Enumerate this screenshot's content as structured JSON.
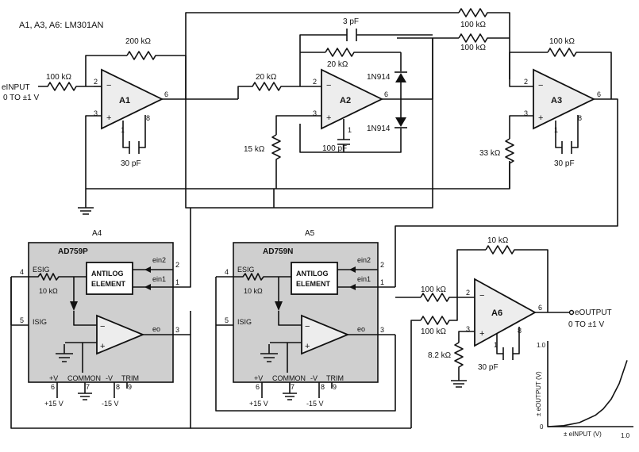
{
  "header_note": "A1, A3, A6: LM301AN",
  "input": {
    "label": "eINPUT",
    "range": "0 TO ±1 V",
    "resistor": "100 kΩ"
  },
  "a1": {
    "name": "A1",
    "feedback_resistor": "200 kΩ",
    "cap": "30 pF",
    "pin2": "2",
    "pin3": "3",
    "pin6": "6",
    "pin1": "1",
    "pin8": "8"
  },
  "a2": {
    "name": "A2",
    "in_resistor": "20 kΩ",
    "fb_cap": "3 pF",
    "fb_resistor": "20 kΩ",
    "diode_top": "1N914",
    "diode_bottom": "1N914",
    "comp_cap": "100 pF",
    "bias_resistor": "15 kΩ",
    "pin2": "2",
    "pin3": "3",
    "pin6": "6",
    "pin1": "1"
  },
  "a3": {
    "name": "A3",
    "in_resistor_1": "100 kΩ",
    "in_resistor_2": "100 kΩ",
    "fb_resistor": "100 kΩ",
    "bias_resistor": "33 kΩ",
    "cap": "30 pF",
    "pin2": "2",
    "pin3": "3",
    "pin6": "6",
    "pin1": "1",
    "pin8": "8"
  },
  "a4": {
    "name": "A4",
    "part": "AD759P",
    "element_line1": "ANTILOG",
    "element_line2": "ELEMENT",
    "e_sig": "ESIG",
    "i_sig": "ISIG",
    "resistor": "10 kΩ",
    "ein2": "ein2",
    "ein1": "ein1",
    "eo": "eo",
    "pin4": "4",
    "pin5": "5",
    "pin2": "2",
    "pin1": "1",
    "pin3": "3",
    "pin6": "6",
    "pin7": "7",
    "pin8": "8",
    "pin9": "9",
    "plus_v": "+V",
    "common": "COMMON",
    "minus_v": "-V",
    "trim": "TRIM",
    "plus_supply": "+15 V",
    "minus_supply": "-15 V"
  },
  "a5": {
    "name": "A5",
    "part": "AD759N",
    "element_line1": "ANTILOG",
    "element_line2": "ELEMENT",
    "e_sig": "ESIG",
    "i_sig": "ISIG",
    "resistor": "10 kΩ",
    "ein2": "ein2",
    "ein1": "ein1",
    "eo": "eo",
    "pin4": "4",
    "pin5": "5",
    "pin2": "2",
    "pin1": "1",
    "pin3": "3",
    "pin6": "6",
    "pin7": "7",
    "pin8": "8",
    "pin9": "9",
    "plus_v": "+V",
    "common": "COMMON",
    "minus_v": "-V",
    "trim": "TRIM",
    "plus_supply": "+15 V",
    "minus_supply": "-15 V"
  },
  "a6": {
    "name": "A6",
    "fb_resistor": "10 kΩ",
    "in_resistor_1": "100 kΩ",
    "in_resistor_2": "100 kΩ",
    "bias_resistor": "8.2 kΩ",
    "cap": "30 pF",
    "pin2": "2",
    "pin3": "3",
    "pin6": "6",
    "pin1": "1",
    "pin8": "8"
  },
  "output": {
    "label": "eOUTPUT",
    "range": "0 TO ±1 V"
  },
  "chart_data": {
    "type": "line",
    "title": "",
    "xlabel": "± eINPUT (V)",
    "ylabel": "± eOUTPUT (V)",
    "xlim": [
      0,
      1
    ],
    "ylim": [
      0,
      1
    ],
    "x_tick_labels": [
      "0",
      "1.0"
    ],
    "y_tick_labels": [
      "0",
      "1.0"
    ],
    "series": [
      {
        "x": [
          0,
          0.2,
          0.4,
          0.6,
          0.7,
          0.8,
          0.9,
          1.0
        ],
        "y": [
          0,
          0.012,
          0.05,
          0.14,
          0.22,
          0.34,
          0.53,
          0.82
        ]
      }
    ]
  }
}
